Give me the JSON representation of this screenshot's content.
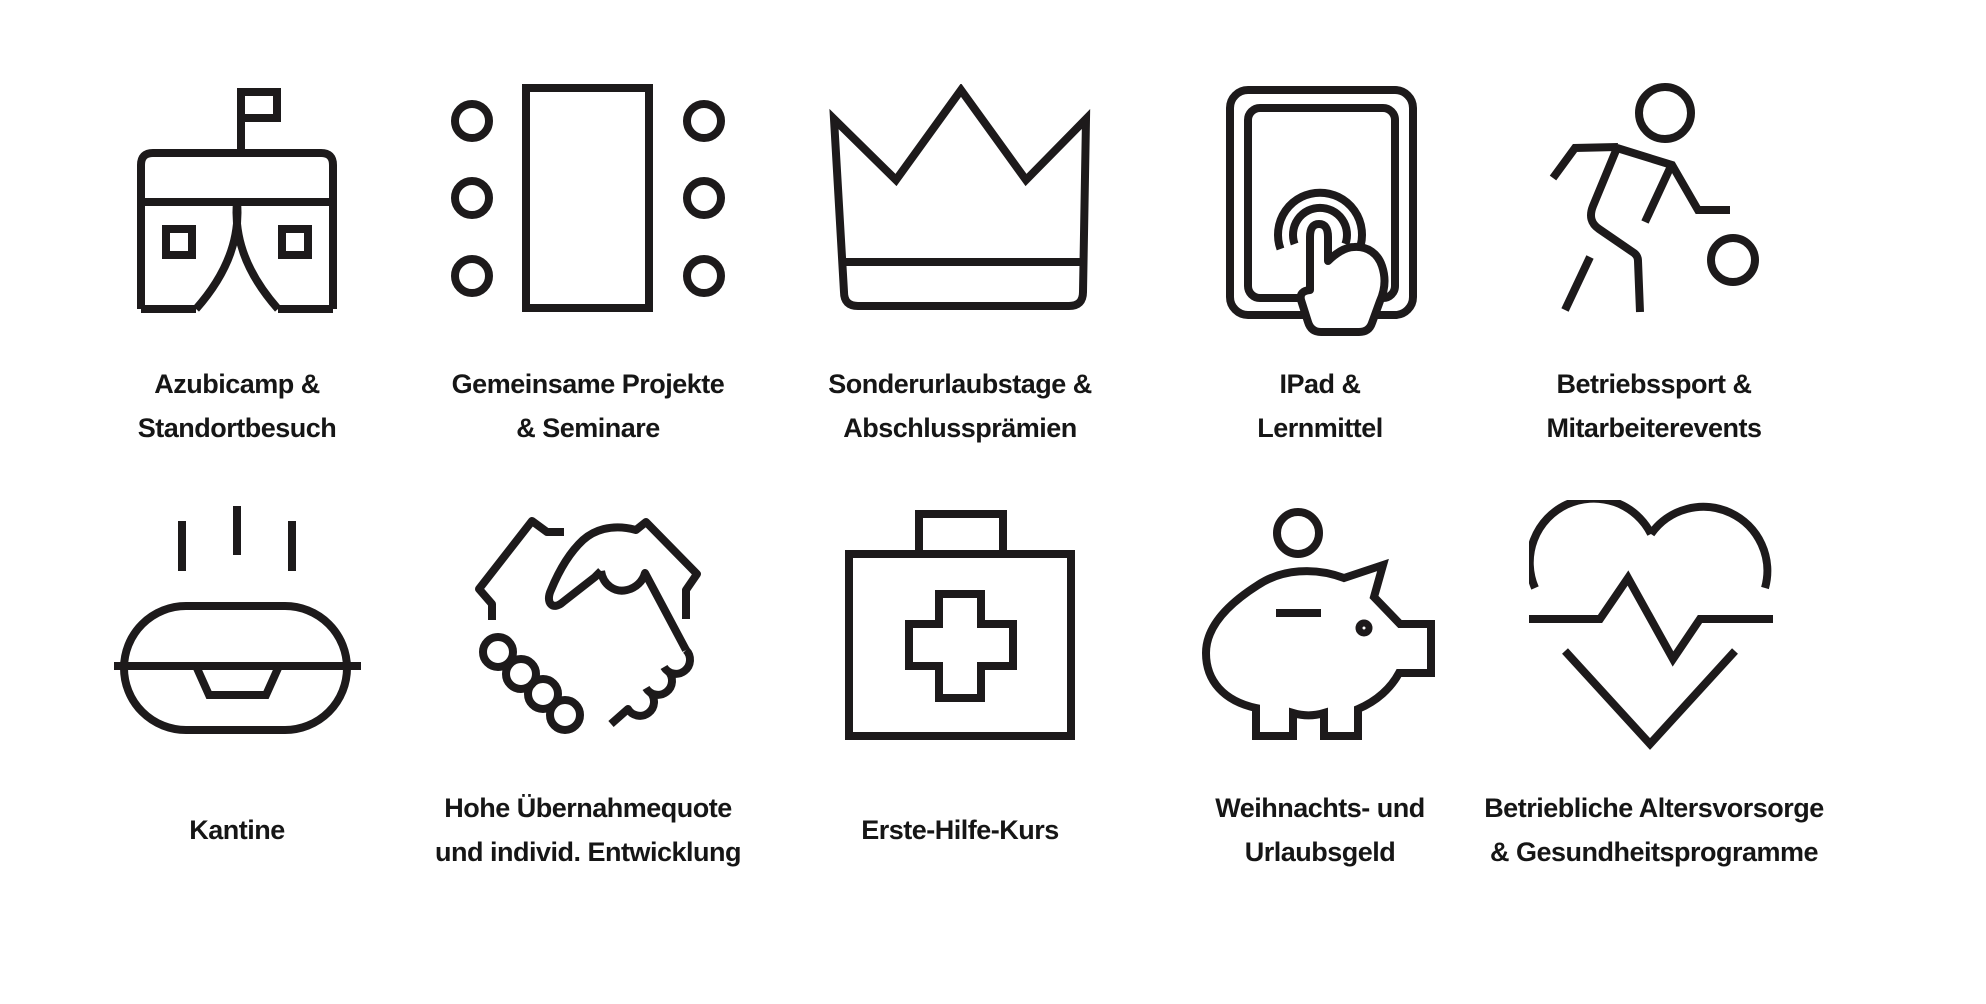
{
  "page": {
    "background": "#ffffff",
    "title": "Benefits icon grid"
  },
  "colors": {
    "icon_stroke": "#1d1a1b",
    "text": "#161616"
  },
  "grid": {
    "rows": 2,
    "columns": 5
  },
  "items": [
    {
      "id": "azubicamp",
      "icon": "tent-flag-icon",
      "label": "Azubicamp &\nStandortbesuch"
    },
    {
      "id": "projekte",
      "icon": "meeting-table-icon",
      "label": "Gemeinsame Projekte\n& Seminare"
    },
    {
      "id": "sonderurlaub",
      "icon": "crown-icon",
      "label": "Sonderurlaubstage &\nAbschlussprämien"
    },
    {
      "id": "ipad",
      "icon": "tablet-touch-icon",
      "label": "IPad &\nLernmittel"
    },
    {
      "id": "sport",
      "icon": "sports-player-icon",
      "label": "Betriebssport &\nMitarbeiterevents"
    },
    {
      "id": "kantine",
      "icon": "lunchbox-icon",
      "label": "Kantine"
    },
    {
      "id": "uebernahme",
      "icon": "handshake-icon",
      "label": "Hohe Übernahmequote\nund individ. Entwicklung"
    },
    {
      "id": "erstehilfe",
      "icon": "first-aid-kit-icon",
      "label": "Erste-Hilfe-Kurs"
    },
    {
      "id": "weihnachtsgeld",
      "icon": "piggy-bank-icon",
      "label": "Weihnachts- und\nUrlaubsgeld"
    },
    {
      "id": "vorsorge",
      "icon": "heart-pulse-icon",
      "label": "Betriebliche Altersvorsorge\n& Gesundheitsprogramme"
    }
  ]
}
